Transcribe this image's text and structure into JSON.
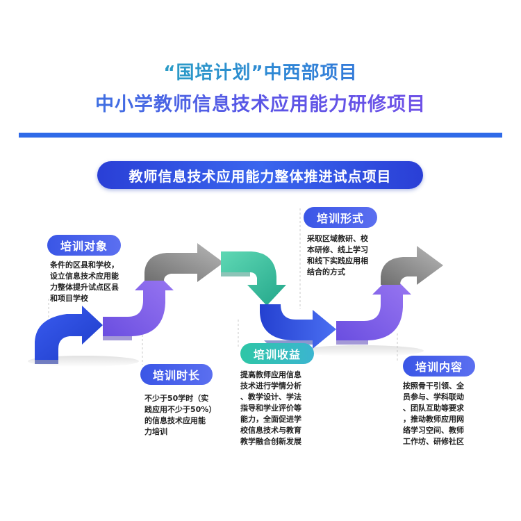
{
  "header": {
    "line1": "“国培计划”中西部项目",
    "line2": "中小学教师信息技术应用能力研修项目"
  },
  "banner": "教师信息技术应用能力整体推进试点项目",
  "items": [
    {
      "label": "培训对象",
      "text": "条件的区县和学校，\n设立信息技术应用能\n力整体提升试点区县\n和项目学校"
    },
    {
      "label": "培训时长",
      "text": "不少于50学时（实\n践应用不少于50%）\n的信息技术应用能\n力培训"
    },
    {
      "label": "培训形式",
      "text": "采取区域教研、校\n本研修、线上学习\n和线下实践应用相\n结合的方式"
    },
    {
      "label": "培训收益",
      "text": "提高教师应用信息\n技术进行学情分析\n、教学设计、学法\n指导和学业评价等\n能力，全面促进学\n校信息技术与教育\n教学融合创新发展"
    },
    {
      "label": "培训内容",
      "text": "按照骨干引领、全\n员参与、学科联动\n、团队互助等要求\n，推动教师应用网\n络学习空间、教师\n工作坊、研修社区"
    }
  ],
  "colors": {
    "arrow_blue": "#2f52e0",
    "arrow_purple": "#7b5ae8",
    "arrow_gray": "#8a8a8a",
    "arrow_teal": "#34c3a0",
    "accent": "#2f6ae8"
  }
}
